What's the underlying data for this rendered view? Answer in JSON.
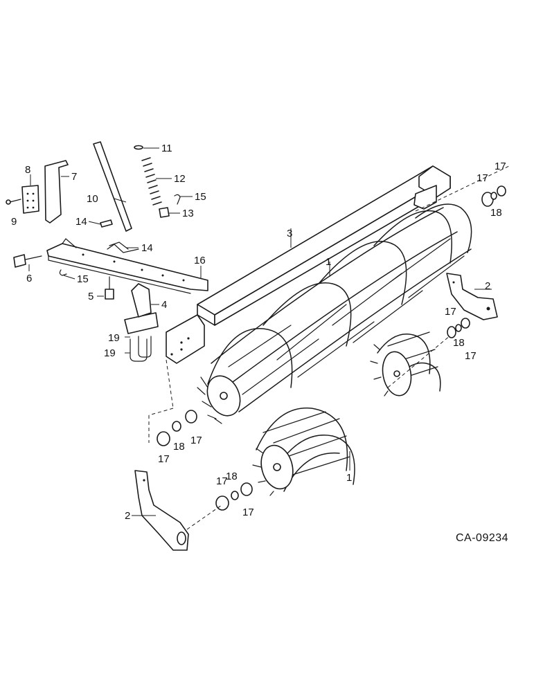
{
  "diagram": {
    "drawing_code": "CA-09234",
    "callouts": [
      "1",
      "2",
      "3",
      "4",
      "5",
      "6",
      "7",
      "8",
      "9",
      "10",
      "11",
      "12",
      "13",
      "14",
      "15",
      "16",
      "17",
      "18",
      "19"
    ]
  },
  "colors": {
    "ink": "#1a1a1a",
    "paper": "#ffffff"
  }
}
